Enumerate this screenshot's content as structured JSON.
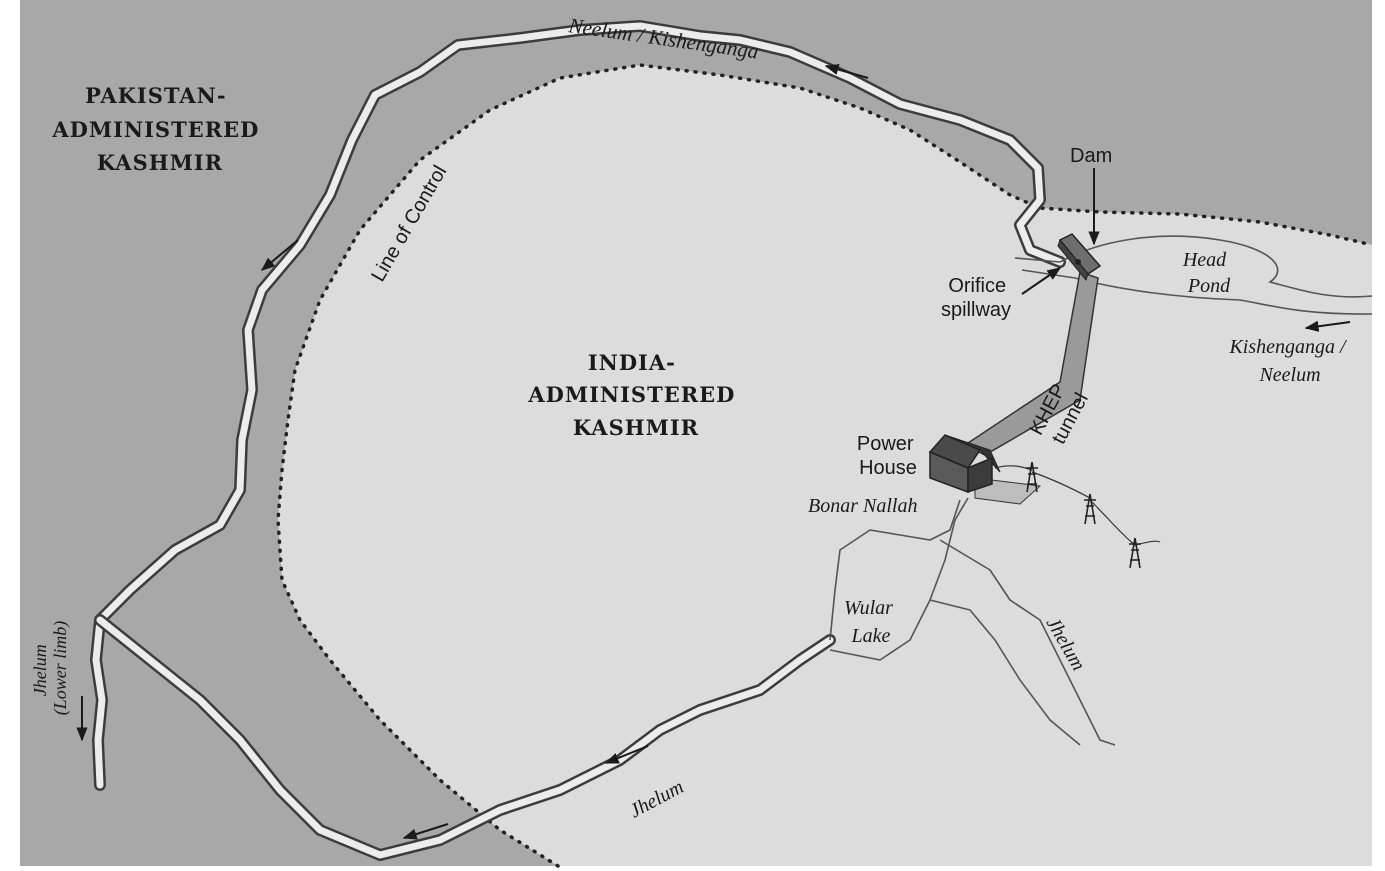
{
  "regions": {
    "pakistan": [
      "PAKISTAN-",
      "ADMINISTERED",
      "KASHMIR"
    ],
    "india": [
      "INDIA-",
      "ADMINISTERED",
      "KASHMIR"
    ]
  },
  "boundary": {
    "label": "Line of Control"
  },
  "rivers": {
    "neelum_top": "Neelum / Kishenganga",
    "kishenganga_right": [
      "Kishenganga /",
      "Neelum"
    ],
    "jhelum_lower": [
      "Jhelum",
      "(Lower limb)"
    ],
    "jhelum_bottom": "Jhelum",
    "jhelum_east": "Jhelum",
    "bonar": "Bonar Nallah",
    "wular": [
      "Wular",
      "Lake"
    ],
    "head_pond": [
      "Head",
      "Pond"
    ]
  },
  "infrastructure": {
    "dam": "Dam",
    "spillway": [
      "Orifice",
      "spillway"
    ],
    "tunnel": [
      "KHEP",
      "tunnel"
    ],
    "power_house": [
      "Power",
      "House"
    ]
  },
  "colors": {
    "pakistan_fill": "#a8a8a8",
    "india_fill": "#dcdcdc",
    "river_fill": "#ececec",
    "river_outline": "#3c3c3c",
    "loc_dots": "#222222",
    "text": "#1a1a1a"
  },
  "icons": [
    "arrow-icon",
    "dam-icon",
    "power-house-icon",
    "transmission-tower-icon"
  ]
}
